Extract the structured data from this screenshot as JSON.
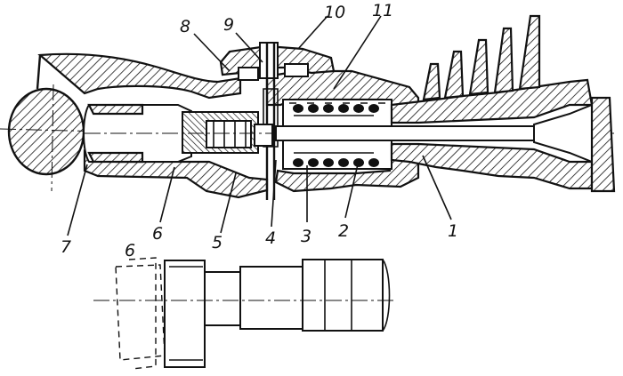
{
  "figure": {
    "callouts": [
      {
        "key": "n1",
        "text": "1"
      },
      {
        "key": "n2",
        "text": "2"
      },
      {
        "key": "n3",
        "text": "3"
      },
      {
        "key": "n4",
        "text": "4"
      },
      {
        "key": "n5",
        "text": "5"
      },
      {
        "key": "n6a",
        "text": "6"
      },
      {
        "key": "n6b",
        "text": "6"
      },
      {
        "key": "n7",
        "text": "7"
      },
      {
        "key": "n8",
        "text": "8"
      },
      {
        "key": "n9",
        "text": "9"
      },
      {
        "key": "n10",
        "text": "10"
      },
      {
        "key": "n11",
        "text": "11"
      }
    ]
  }
}
